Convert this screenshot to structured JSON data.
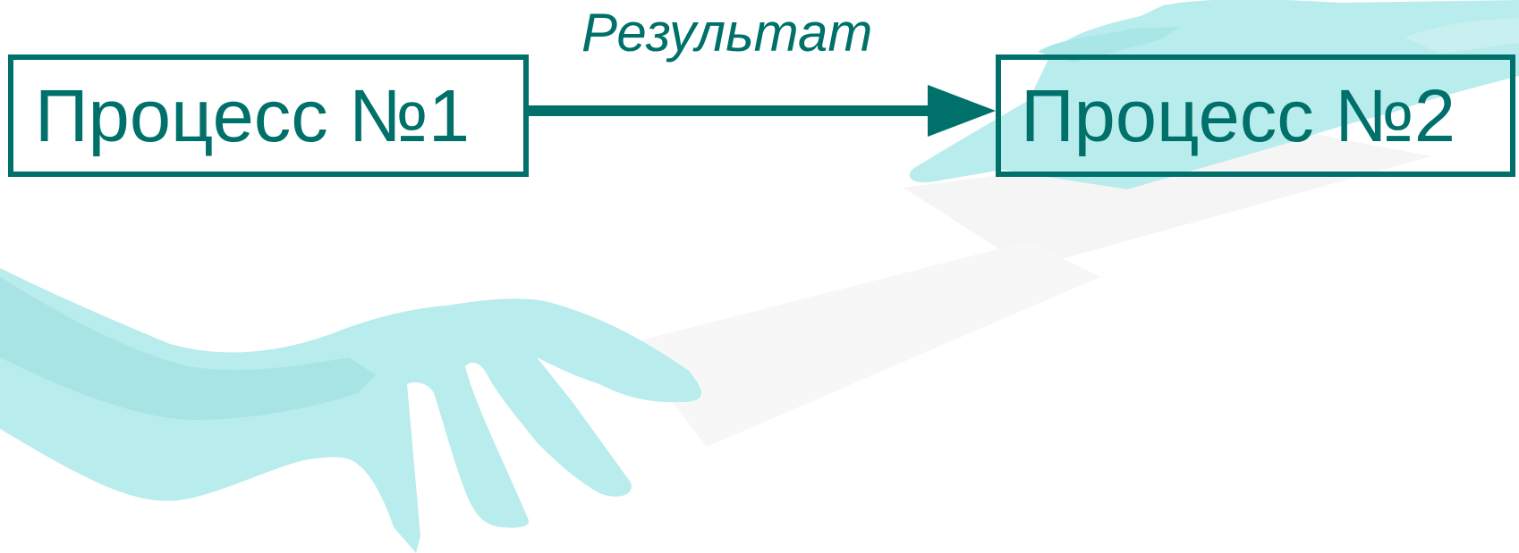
{
  "diagram": {
    "nodes": [
      {
        "id": "process-1",
        "label": "Процесс №1"
      },
      {
        "id": "process-2",
        "label": "Процесс №2"
      }
    ],
    "edges": [
      {
        "from": "process-1",
        "to": "process-2",
        "label": "Результат"
      }
    ]
  },
  "colors": {
    "primary": "#00706a",
    "decoration": "#b9ecec",
    "background": "#ffffff"
  },
  "decoration": {
    "icon": "hands-illustration"
  }
}
